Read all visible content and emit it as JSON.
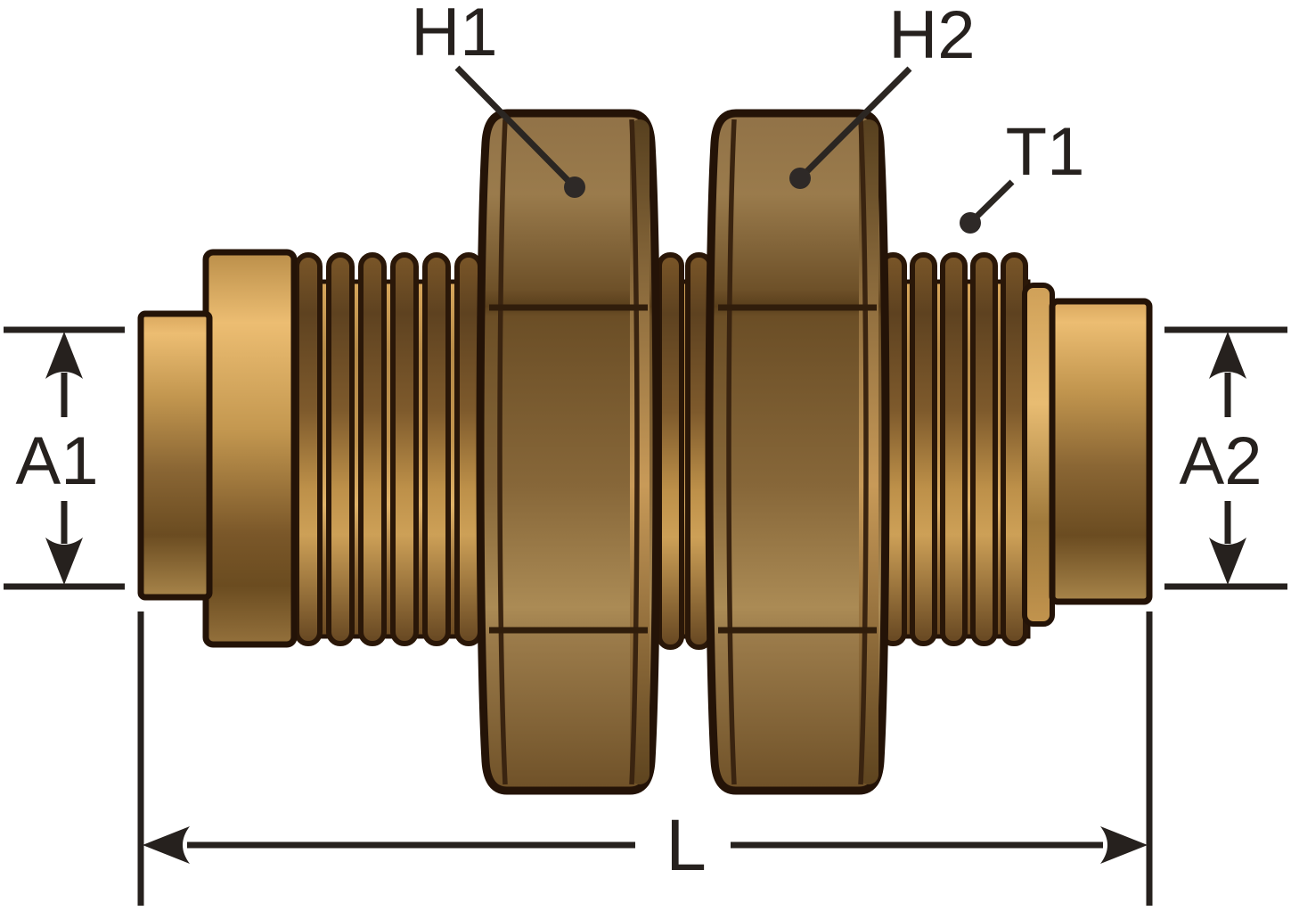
{
  "title": "Bulkhead union fitting technical diagram",
  "labels": {
    "h1": "H1",
    "h2": "H2",
    "t1": "T1",
    "a1": "A1",
    "a2": "A2",
    "l": "L"
  },
  "colors": {
    "background": "#ffffff",
    "dimension_line": "#26211e",
    "leader_dot": "#2e2927",
    "part_outline": "#241307",
    "brass_bright": "#ecbd72",
    "brass_mid": "#c69754",
    "brass_dark": "#6b4a22",
    "nut_light": "#9a7b4c",
    "nut_dark": "#5a3f1c"
  }
}
